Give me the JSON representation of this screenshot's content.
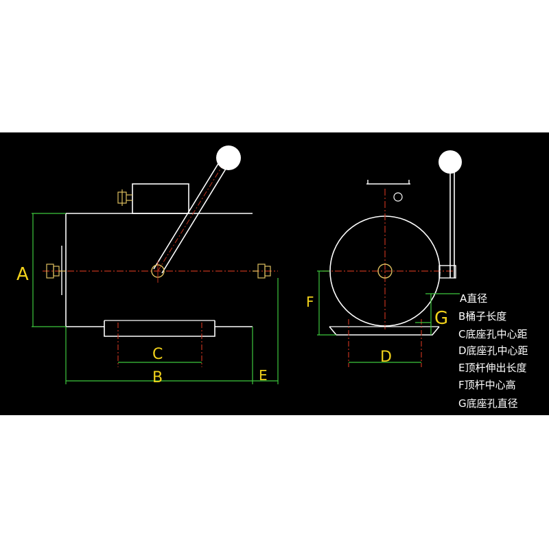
{
  "colors": {
    "background": "#000000",
    "outline": "#ffffff",
    "centerline": "#c0331e",
    "dimension": "#3ec93e",
    "dim_label": "#f2d21b",
    "bolt": "#e0c060"
  },
  "dimensions": {
    "a": "A",
    "b": "B",
    "c": "C",
    "d": "D",
    "e": "E",
    "f": "F",
    "g": "G"
  },
  "legend": [
    "A直径",
    "B桶子长度",
    "C底座孔中心距",
    "D底座孔中心距",
    "E顶杆伸出长度",
    "F顶杆中心高",
    "G底座孔直径"
  ]
}
